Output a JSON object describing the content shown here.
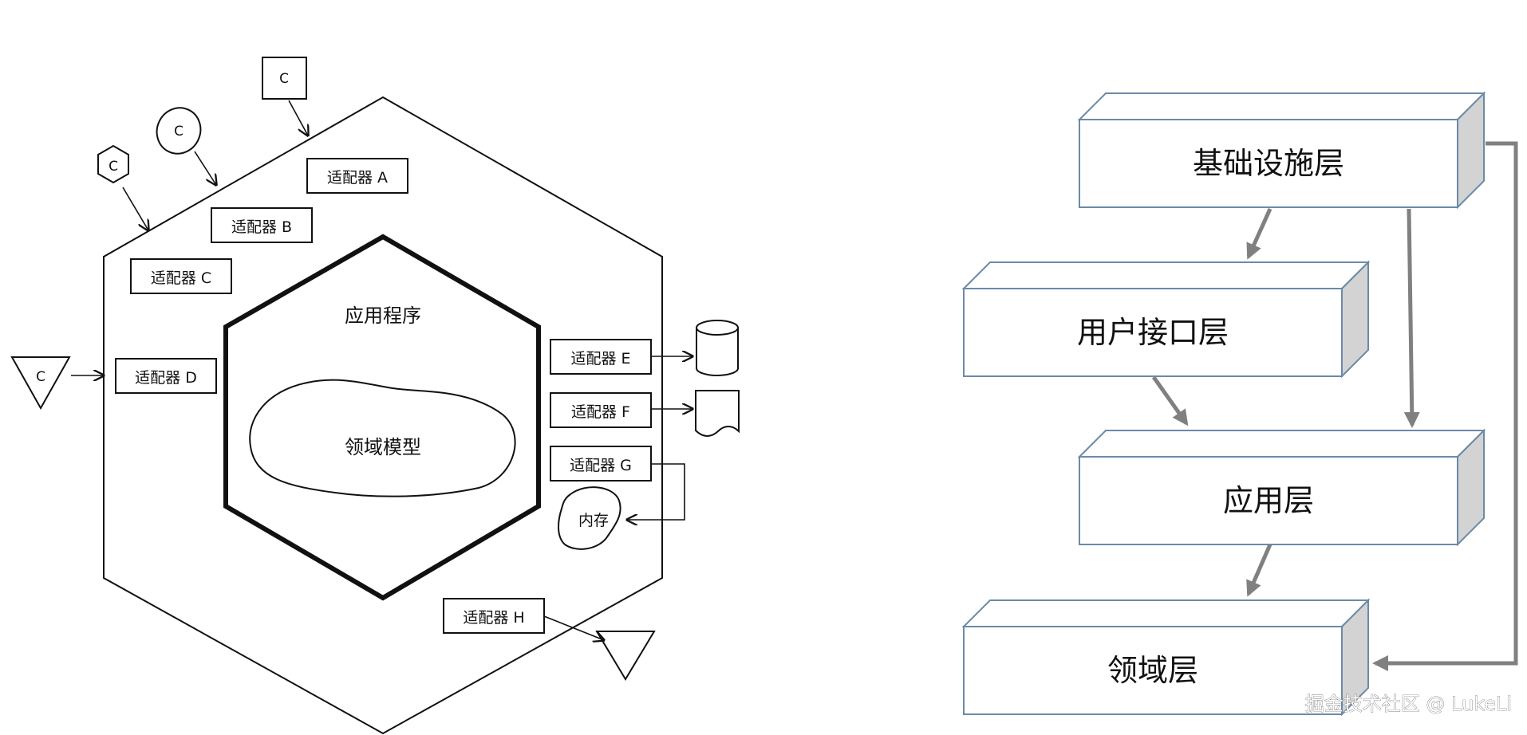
{
  "hexagonal": {
    "application_label": "应用程序",
    "domain_model_label": "领域模型",
    "memory_label": "内存",
    "client_label": "C",
    "adapters": [
      {
        "id": "A",
        "label": "适配器 A"
      },
      {
        "id": "B",
        "label": "适配器 B"
      },
      {
        "id": "C",
        "label": "适配器 C"
      },
      {
        "id": "D",
        "label": "适配器 D"
      },
      {
        "id": "E",
        "label": "适配器 E"
      },
      {
        "id": "F",
        "label": "适配器 F"
      },
      {
        "id": "G",
        "label": "适配器 G"
      },
      {
        "id": "H",
        "label": "适配器 H"
      }
    ]
  },
  "layered": {
    "layers": [
      {
        "id": "infrastructure",
        "label": "基础设施层"
      },
      {
        "id": "user-interface",
        "label": "用户接口层"
      },
      {
        "id": "application",
        "label": "应用层"
      },
      {
        "id": "domain",
        "label": "领域层"
      }
    ]
  },
  "watermark": "掘金技术社区 @ LukeLi"
}
